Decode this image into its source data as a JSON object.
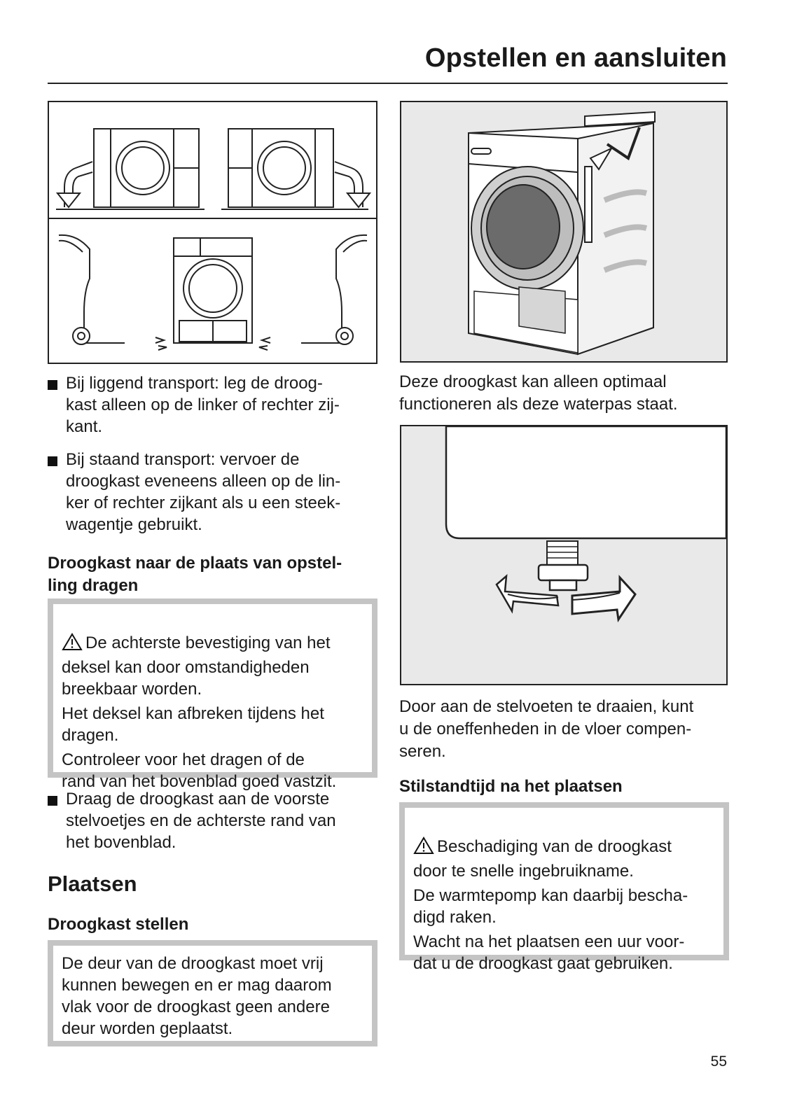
{
  "header": {
    "title": "Opstellen en aansluiten"
  },
  "left": {
    "bullets": [
      "Bij liggend transport: leg de droog-\nkast alleen op de linker of rechter zij-\nkant.",
      "Bij staand transport: vervoer de\ndroogkast eveneens alleen op de lin-\nker of rechter zijkant als u een steek-\nwagentje gebruikt."
    ],
    "carry_heading": "Droogkast naar de plaats van opstel-\nling dragen",
    "warning1": {
      "title": "De achterste bevestiging van het\ndeksel kan door omstandigheden\nbreekbaar worden.",
      "p2": "Het deksel kan afbreken tijdens het\ndragen.",
      "p3": "Controleer voor het dragen of de\nrand van het bovenblad goed vastzit."
    },
    "bullet3": "Draag de droogkast aan de voorste\nstelvoetjes en de achterste rand van\nhet bovenblad.",
    "section_title": "Plaatsen",
    "level_heading": "Droogkast stellen",
    "door_note": "De deur van de droogkast moet vrij\nkunnen bewegen en er mag daarom\nvlak voor de droogkast geen andere\ndeur worden geplaatst."
  },
  "right": {
    "level_text": "Deze droogkast kan alleen optimaal\nfunctioneren als deze waterpas staat.",
    "feet_text": "Door aan de stelvoeten te draaien, kunt\nu de oneffenheden in de vloer compen-\nseren.",
    "standstill_heading": "Stilstandtijd na het plaatsen",
    "warning2": {
      "title": "Beschadiging van de droogkast\ndoor te snelle ingebruikname.",
      "p2": "De warmtepomp kan daarbij bescha-\ndigd raken.",
      "p3": "Wacht na het plaatsen een uur voor-\ndat u de droogkast gaat gebruiken."
    }
  },
  "footer": {
    "page_number": "55"
  },
  "icons": [
    "warning-triangle-icon",
    "bullet-square-icon"
  ]
}
